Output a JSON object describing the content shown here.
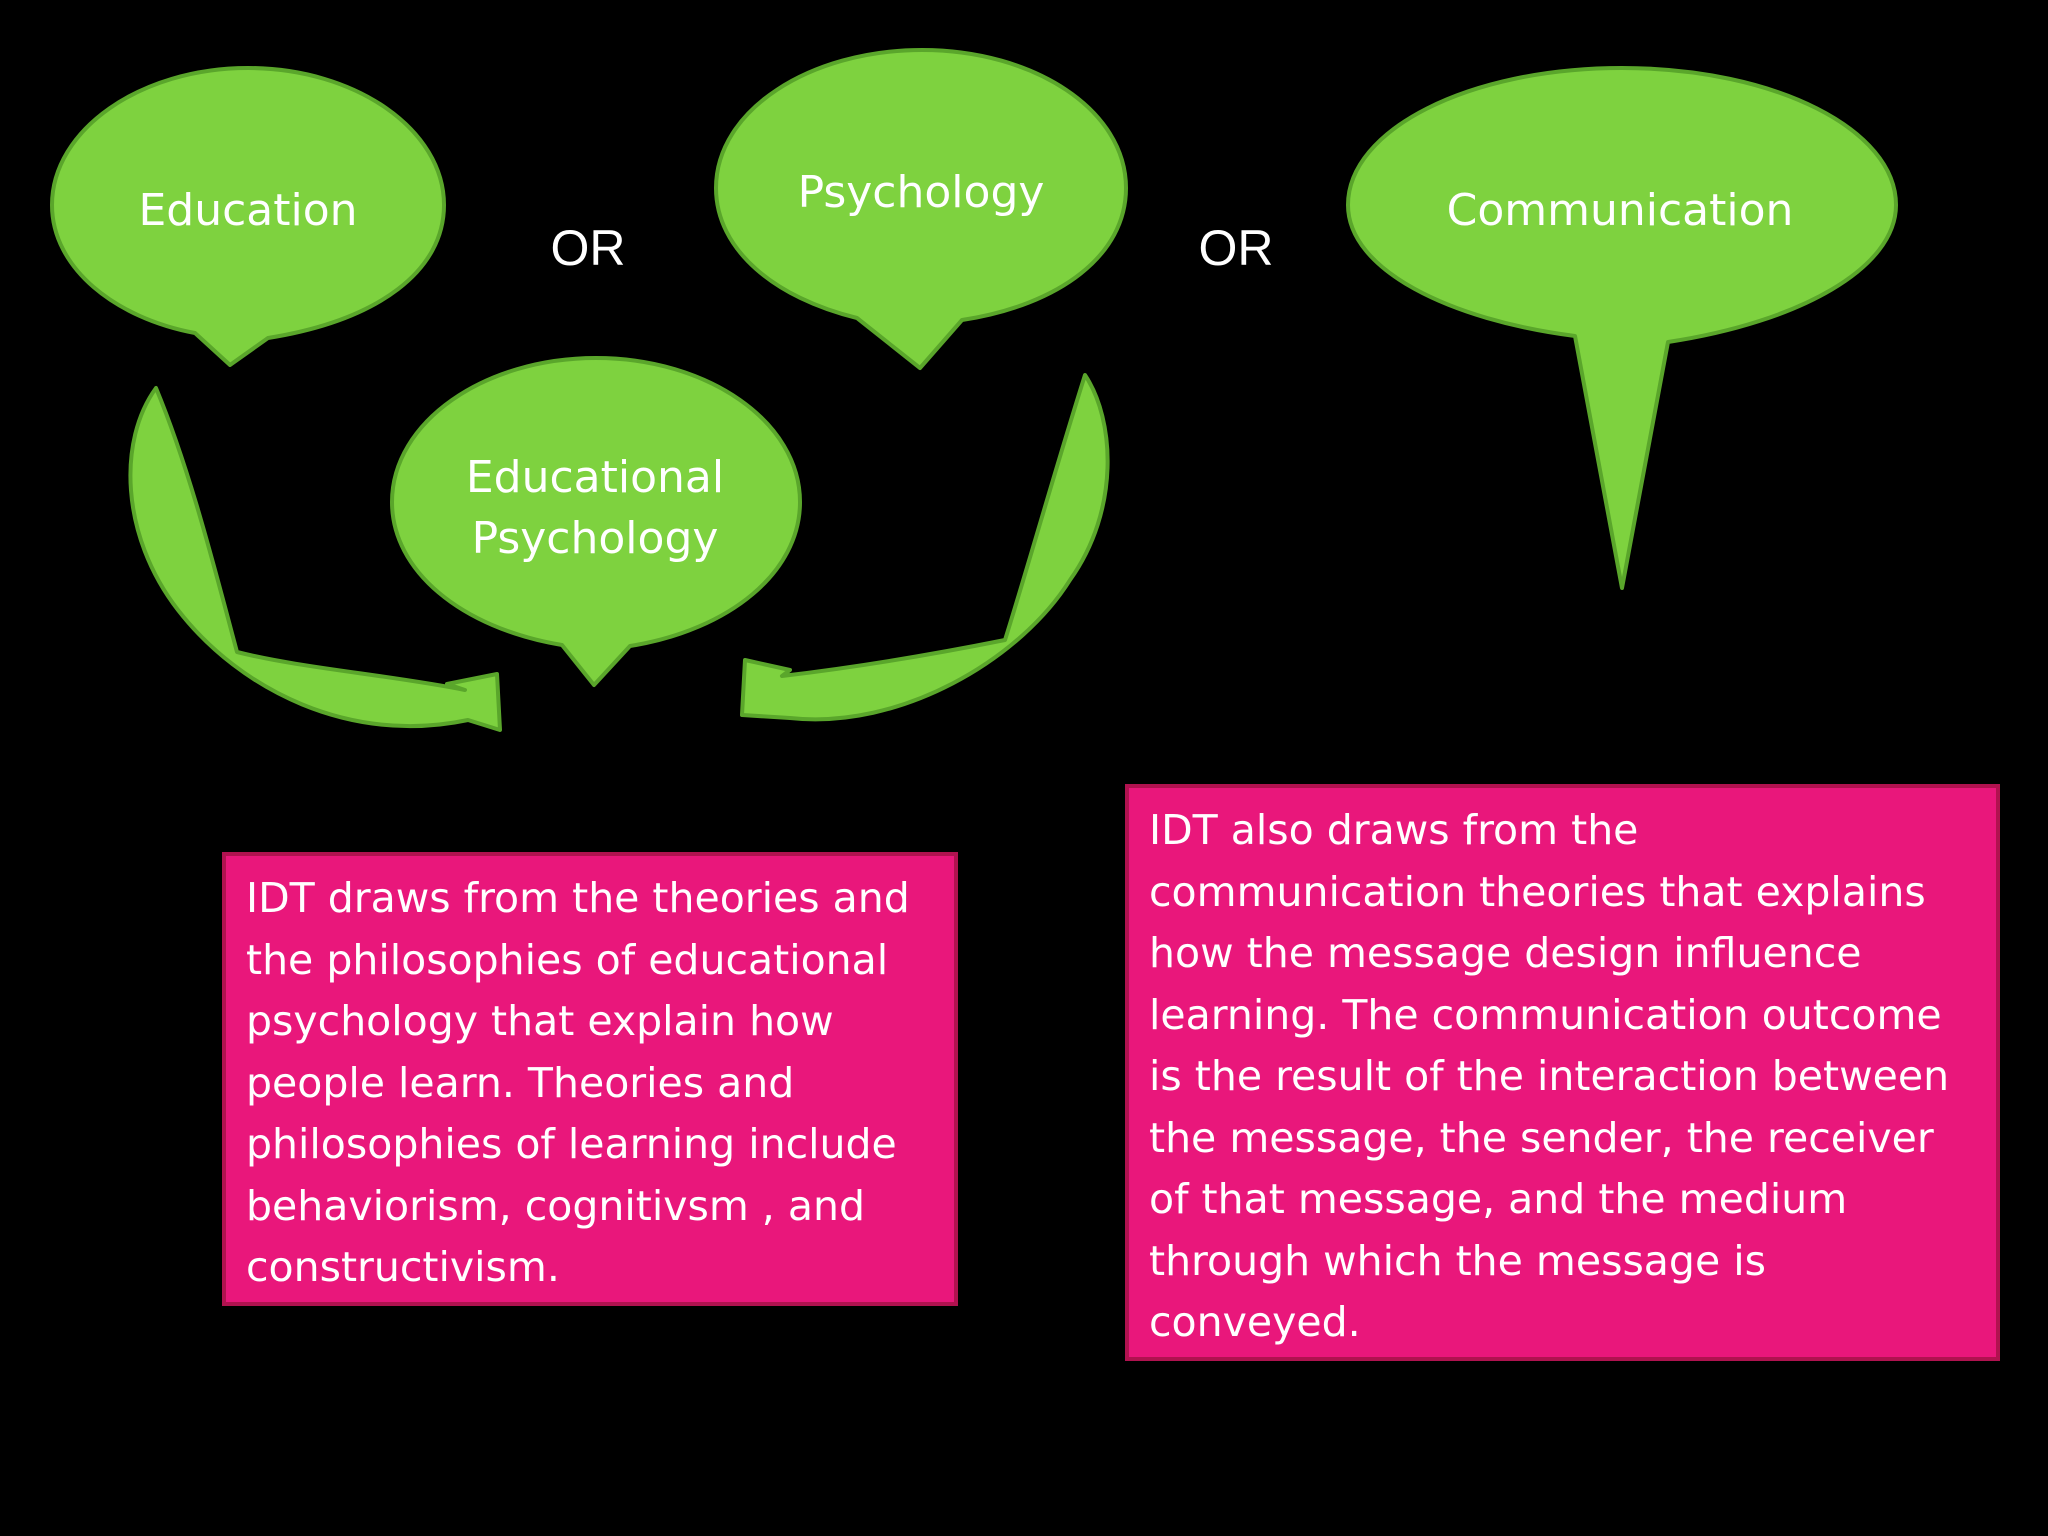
{
  "colors": {
    "background": "#000000",
    "bubble_fill": "#7ed23f",
    "bubble_stroke": "#5aa62b",
    "box_fill": "#e9177b",
    "box_stroke": "#b0124f",
    "text": "#ffffff"
  },
  "bubbles": {
    "education": "Education",
    "psychology": "Psychology",
    "communication": "Communication",
    "educational_psychology_line1": "Educational",
    "educational_psychology_line2": "Psychology"
  },
  "connectors": {
    "or_left": "OR",
    "or_right": "OR"
  },
  "boxes": {
    "left": "IDT draws from the theories and\nthe philosophies  of educational\npsychology that explain how\npeople learn. Theories  and\nphilosophies of learning include\nbehaviorism, cognitivsm , and\nconstructivism.",
    "right": "IDT also draws from the\ncommunication theories that explains\nhow the message design influence\nlearning. The communication outcome\nis the result of the interaction between\nthe message, the sender, the receiver\nof that message, and the medium\nthrough which the message is\nconveyed."
  }
}
